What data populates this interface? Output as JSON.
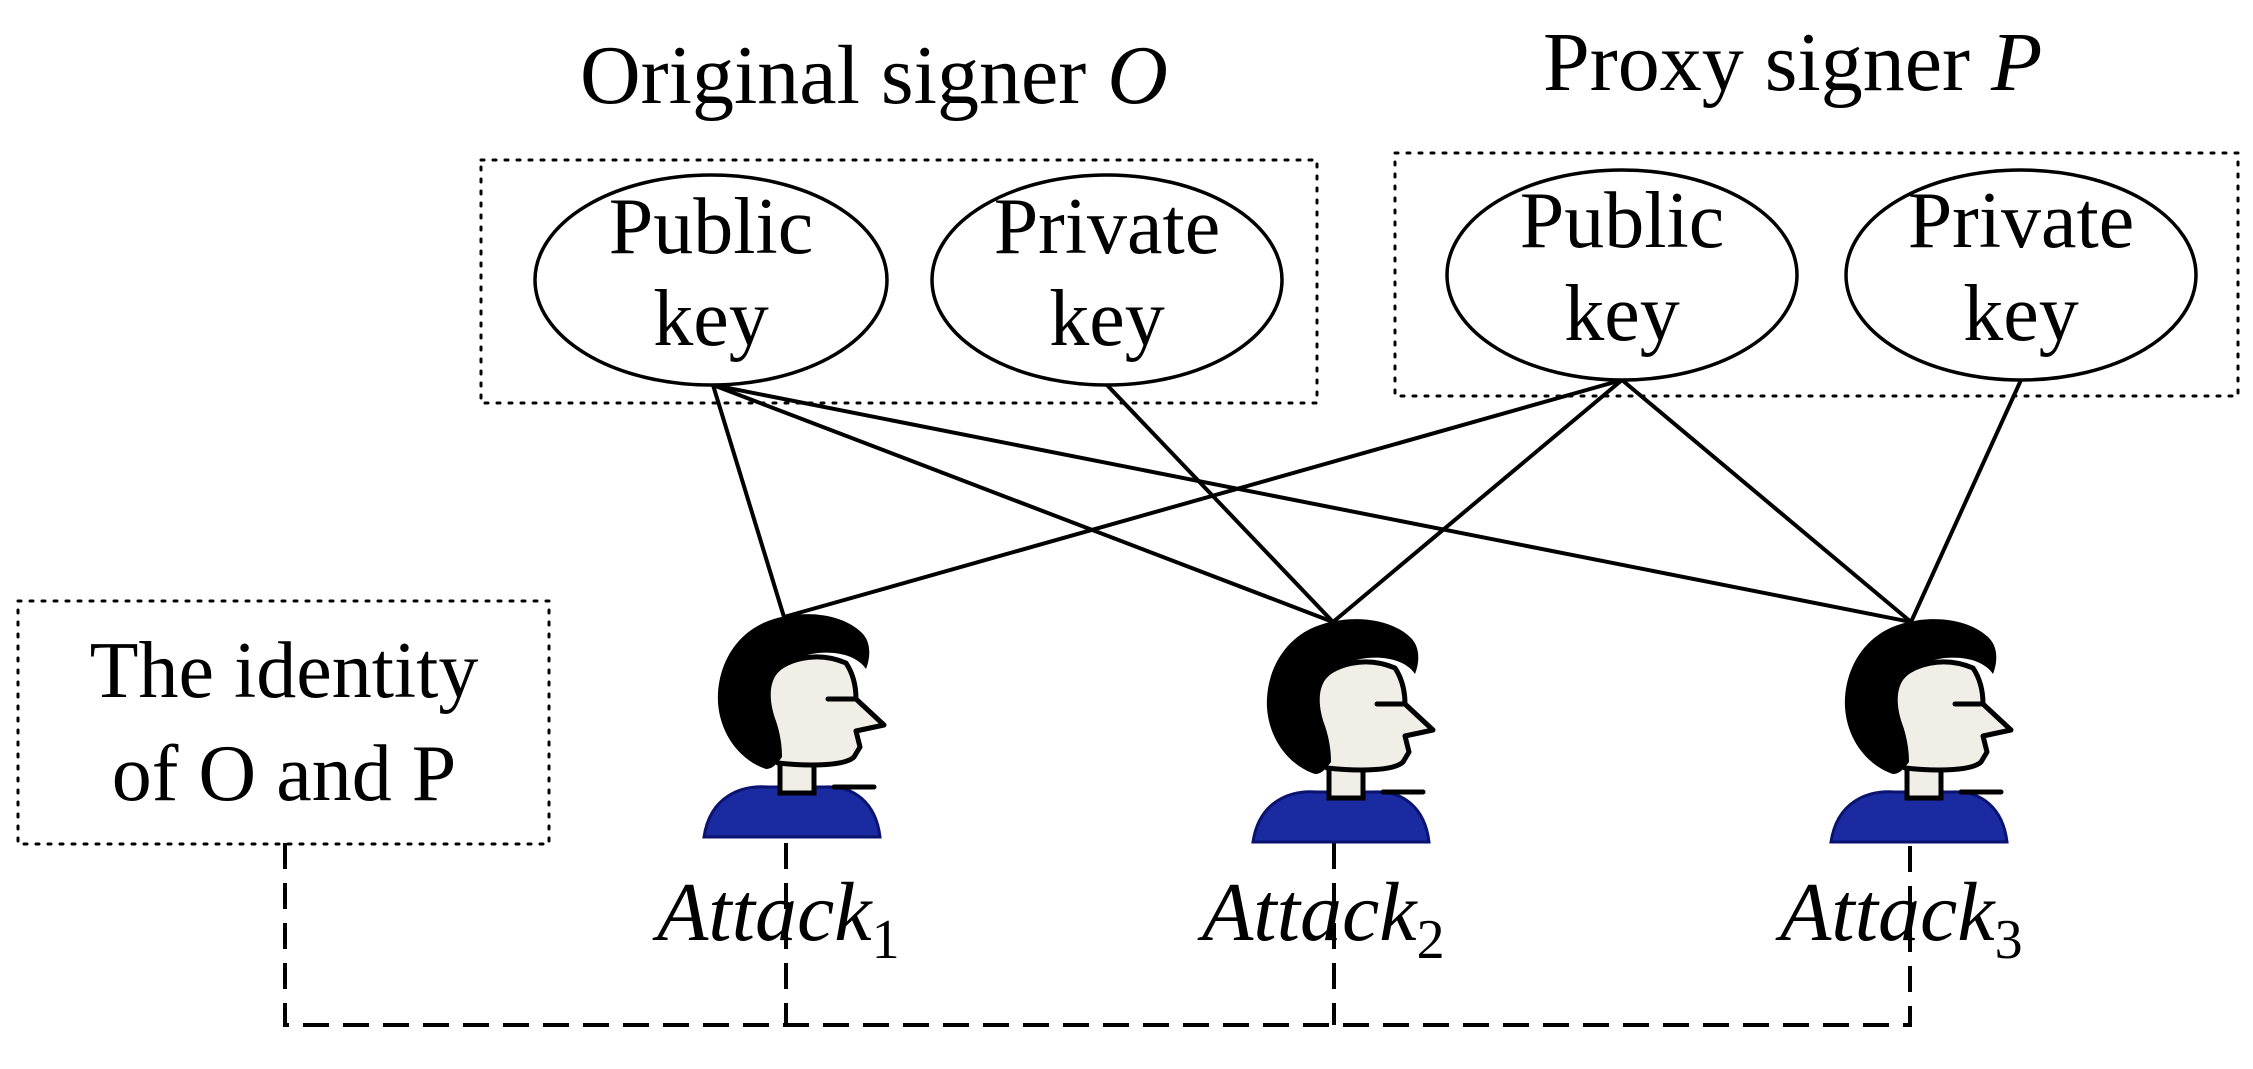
{
  "original_signer": {
    "title_prefix": "Original signer ",
    "title_symbol": "O",
    "public_key": [
      "Public",
      "key"
    ],
    "private_key": [
      "Private",
      "key"
    ]
  },
  "proxy_signer": {
    "title_prefix": "Proxy signer ",
    "title_symbol": "P",
    "public_key": [
      "Public",
      "key"
    ],
    "private_key": [
      "Private",
      "key"
    ]
  },
  "identity_box": [
    "The identity",
    "of O and P"
  ],
  "attackers": [
    {
      "name": "Attack",
      "index": "1"
    },
    {
      "name": "Attack",
      "index": "2"
    },
    {
      "name": "Attack",
      "index": "3"
    }
  ],
  "colors": {
    "line": "#000000",
    "attacker_shirt": "#1a2aa0",
    "attacker_face": "#f1eee8"
  },
  "icons": {
    "attacker": "person-head-profile-icon"
  }
}
